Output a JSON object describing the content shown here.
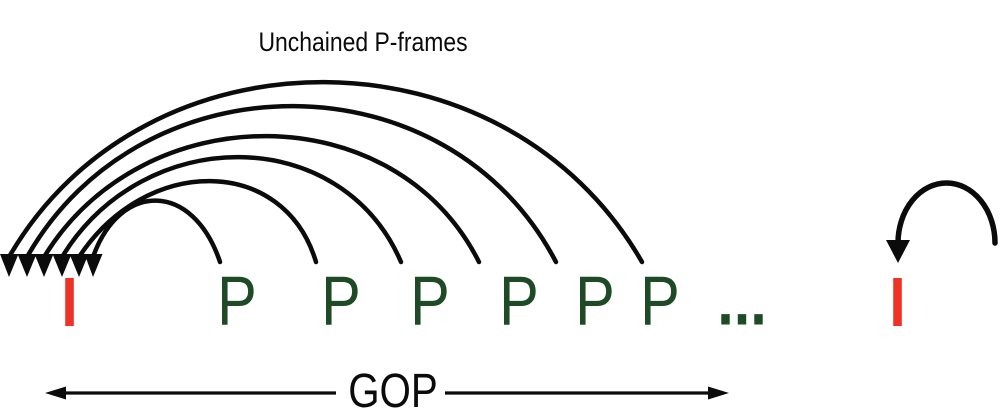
{
  "title": "Unchained P-frames",
  "frames": {
    "i_left": "I",
    "p_labels": [
      "P",
      "P",
      "P",
      "P",
      "P",
      "P"
    ],
    "ellipsis": "...",
    "i_right": "I"
  },
  "gop_label": "GOP",
  "colors": {
    "ink": "#0b0b0b",
    "i_frame_red": "#ee3227",
    "p_frame_green": "#1e4a26"
  }
}
